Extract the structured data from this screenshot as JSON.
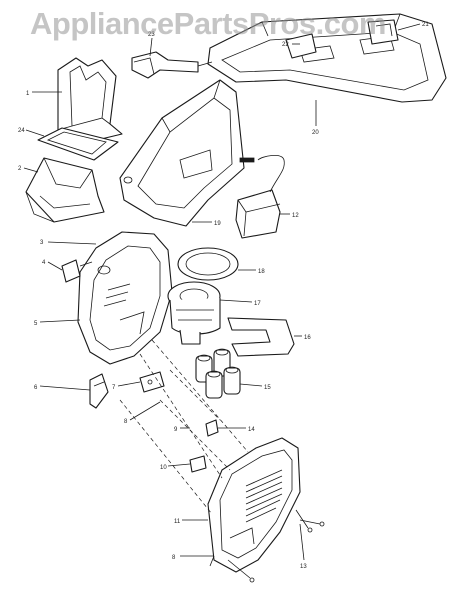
{
  "watermark": "AppliancePartsPros.com",
  "diagram": {
    "callouts": [
      {
        "id": "c-21",
        "label": "21"
      },
      {
        "id": "c-22",
        "label": "22"
      },
      {
        "id": "c-23",
        "label": "23"
      },
      {
        "id": "c-20",
        "label": "20"
      },
      {
        "id": "c-1",
        "label": "1"
      },
      {
        "id": "c-24",
        "label": "24"
      },
      {
        "id": "c-2",
        "label": "2"
      },
      {
        "id": "c-19",
        "label": "19"
      },
      {
        "id": "c-12",
        "label": "12"
      },
      {
        "id": "c-3",
        "label": "3"
      },
      {
        "id": "c-4",
        "label": "4"
      },
      {
        "id": "c-18",
        "label": "18"
      },
      {
        "id": "c-5",
        "label": "5"
      },
      {
        "id": "c-17",
        "label": "17"
      },
      {
        "id": "c-16",
        "label": "16"
      },
      {
        "id": "c-15",
        "label": "15"
      },
      {
        "id": "c-6",
        "label": "6"
      },
      {
        "id": "c-7",
        "label": "7"
      },
      {
        "id": "c-8",
        "label": "8"
      },
      {
        "id": "c-9",
        "label": "9"
      },
      {
        "id": "c-14",
        "label": "14"
      },
      {
        "id": "c-10",
        "label": "10"
      },
      {
        "id": "c-11",
        "label": "11"
      },
      {
        "id": "c-13",
        "label": "13"
      },
      {
        "id": "c-8b",
        "label": "8"
      }
    ]
  }
}
